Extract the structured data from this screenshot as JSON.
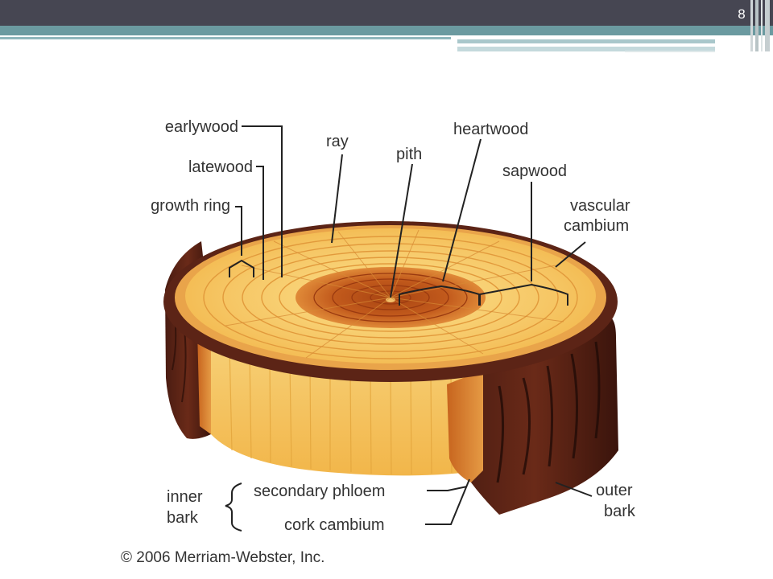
{
  "slide": {
    "number": "8"
  },
  "diagram": {
    "labels": {
      "earlywood": "earlywood",
      "latewood": "latewood",
      "growth_ring": "growth ring",
      "ray": "ray",
      "pith": "pith",
      "heartwood": "heartwood",
      "sapwood": "sapwood",
      "vascular": "vascular",
      "cambium": "cambium",
      "inner": "inner",
      "bark_inner": "bark",
      "secondary_phloem": "secondary phloem",
      "cork_cambium": "cork cambium",
      "outer": "outer",
      "bark_outer": "bark"
    },
    "copyright": "© 2006 Merriam-Webster, Inc."
  },
  "colors": {
    "topbar": "#464652",
    "accent_teal": "#6b9aa0",
    "wood_light": "#f6c766",
    "heartwood": "#c8621f",
    "bark": "#5a2418"
  }
}
